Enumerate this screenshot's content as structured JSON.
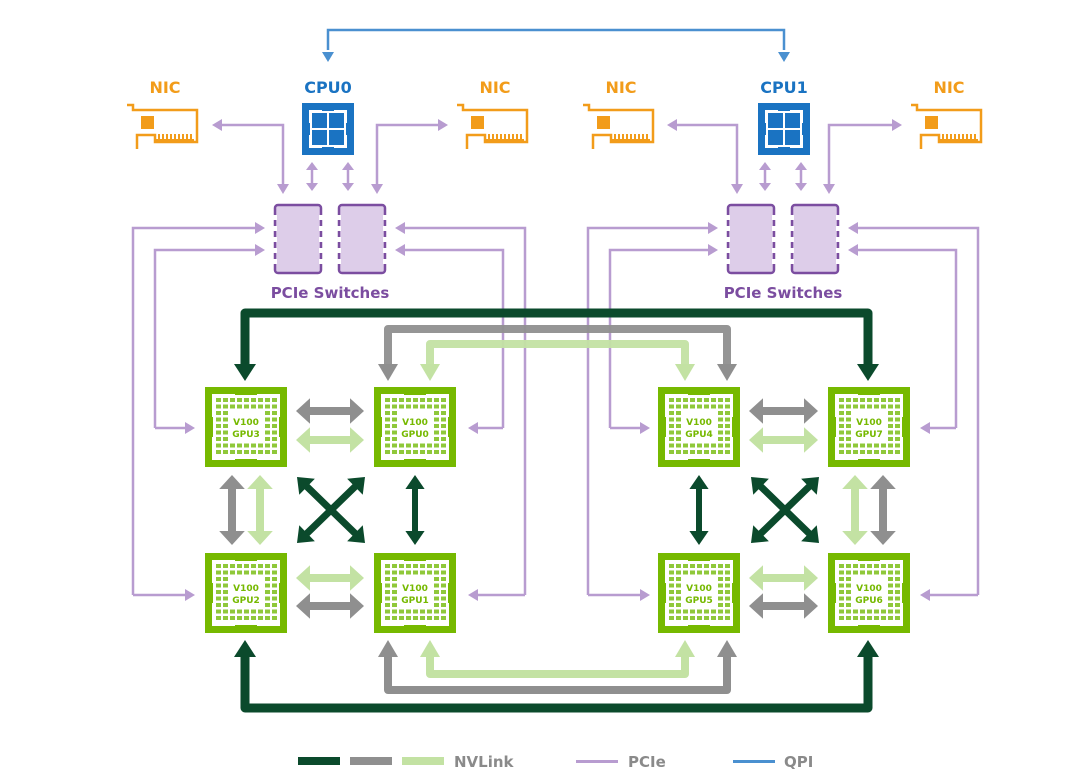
{
  "title": "DGX-1 V100 hybrid cube-mesh topology",
  "colors": {
    "nvlink_dark": "#0b4a2c",
    "nvlink_gray": "#8f8f8f",
    "nvlink_light": "#c3e2a3",
    "pcie": "#b89cd0",
    "qpi": "#4a90d0",
    "nic": "#f29c1a",
    "cpu": "#1a73c2",
    "gpu": "#76b900",
    "gpu_cell": "#8fc83a",
    "switch_fill": "#ddcde9",
    "switch_stroke": "#7b4da0"
  },
  "nics": [
    {
      "id": "nic0",
      "label": "NIC"
    },
    {
      "id": "nic1",
      "label": "NIC"
    },
    {
      "id": "nic2",
      "label": "NIC"
    },
    {
      "id": "nic3",
      "label": "NIC"
    }
  ],
  "cpus": [
    {
      "id": "cpu0",
      "label": "CPU0"
    },
    {
      "id": "cpu1",
      "label": "CPU1"
    }
  ],
  "switch_groups": [
    {
      "id": "sw0",
      "label": "PCIe Switches"
    },
    {
      "id": "sw1",
      "label": "PCIe Switches"
    }
  ],
  "gpus": [
    {
      "id": "gpu3",
      "model": "V100",
      "name": "GPU3"
    },
    {
      "id": "gpu0",
      "model": "V100",
      "name": "GPU0"
    },
    {
      "id": "gpu2",
      "model": "V100",
      "name": "GPU2"
    },
    {
      "id": "gpu1",
      "model": "V100",
      "name": "GPU1"
    },
    {
      "id": "gpu4",
      "model": "V100",
      "name": "GPU4"
    },
    {
      "id": "gpu7",
      "model": "V100",
      "name": "GPU7"
    },
    {
      "id": "gpu5",
      "model": "V100",
      "name": "GPU5"
    },
    {
      "id": "gpu6",
      "model": "V100",
      "name": "GPU6"
    }
  ],
  "links": {
    "qpi": [
      [
        "cpu0",
        "cpu1"
      ]
    ],
    "nvlink": [
      {
        "a": "gpu3",
        "b": "gpu0",
        "color": "gray"
      },
      {
        "a": "gpu3",
        "b": "gpu0",
        "color": "light"
      },
      {
        "a": "gpu2",
        "b": "gpu1",
        "color": "light"
      },
      {
        "a": "gpu2",
        "b": "gpu1",
        "color": "gray"
      },
      {
        "a": "gpu3",
        "b": "gpu2",
        "color": "gray"
      },
      {
        "a": "gpu3",
        "b": "gpu2",
        "color": "light"
      },
      {
        "a": "gpu0",
        "b": "gpu1",
        "color": "dark"
      },
      {
        "a": "gpu3",
        "b": "gpu1",
        "color": "dark"
      },
      {
        "a": "gpu0",
        "b": "gpu2",
        "color": "dark"
      },
      {
        "a": "gpu4",
        "b": "gpu7",
        "color": "gray"
      },
      {
        "a": "gpu4",
        "b": "gpu7",
        "color": "light"
      },
      {
        "a": "gpu5",
        "b": "gpu6",
        "color": "light"
      },
      {
        "a": "gpu5",
        "b": "gpu6",
        "color": "gray"
      },
      {
        "a": "gpu4",
        "b": "gpu5",
        "color": "dark"
      },
      {
        "a": "gpu7",
        "b": "gpu6",
        "color": "light"
      },
      {
        "a": "gpu7",
        "b": "gpu6",
        "color": "gray"
      },
      {
        "a": "gpu4",
        "b": "gpu6",
        "color": "dark"
      },
      {
        "a": "gpu7",
        "b": "gpu5",
        "color": "dark"
      },
      {
        "a": "gpu3",
        "b": "gpu7",
        "color": "dark"
      },
      {
        "a": "gpu0",
        "b": "gpu4",
        "color": "gray"
      },
      {
        "a": "gpu0",
        "b": "gpu4",
        "color": "light"
      },
      {
        "a": "gpu2",
        "b": "gpu6",
        "color": "dark"
      },
      {
        "a": "gpu1",
        "b": "gpu5",
        "color": "gray"
      },
      {
        "a": "gpu1",
        "b": "gpu5",
        "color": "light"
      }
    ]
  },
  "legend": [
    {
      "label": "NVLink",
      "swatches": [
        "dark",
        "gray",
        "light"
      ]
    },
    {
      "label": "PCIe",
      "swatches": [
        "pcie"
      ]
    },
    {
      "label": "QPI",
      "swatches": [
        "qpi"
      ]
    }
  ]
}
